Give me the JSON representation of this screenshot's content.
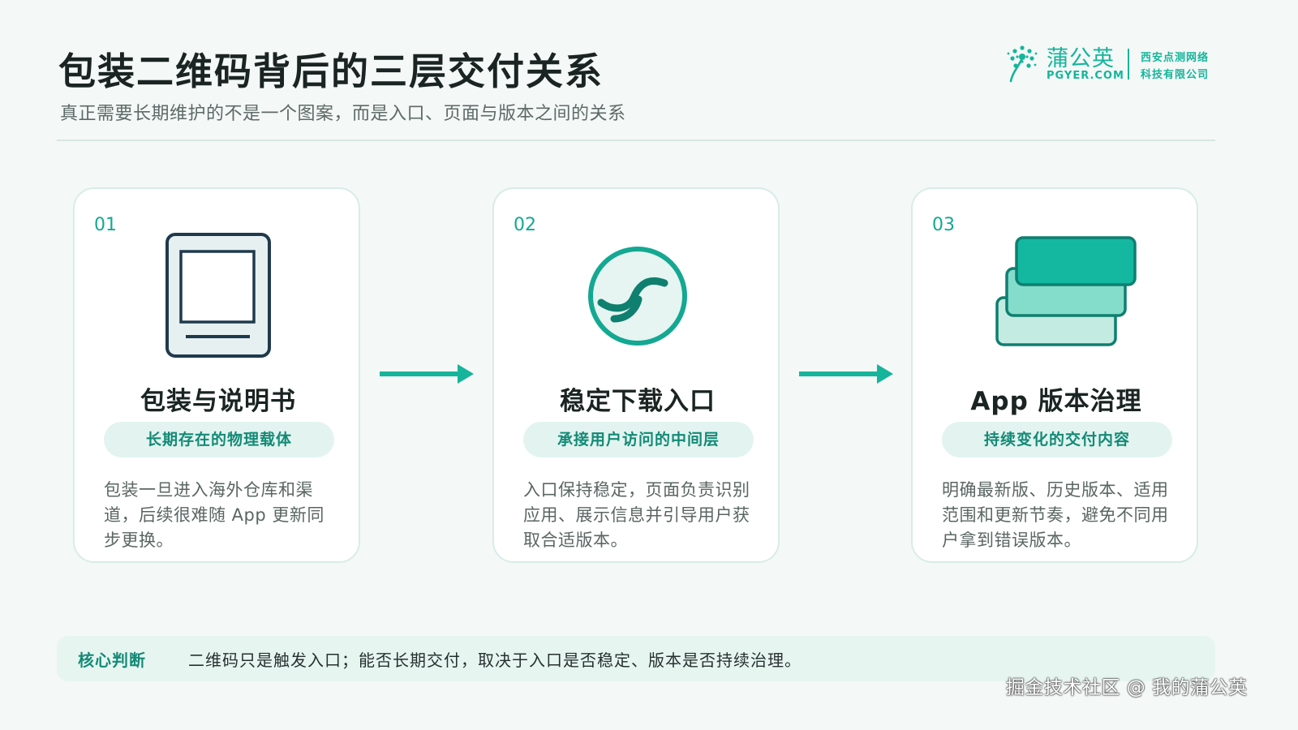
{
  "header": {
    "title": "包装二维码背后的三层交付关系",
    "subtitle": "真正需要长期维护的不是一个图案，而是入口、页面与版本之间的关系"
  },
  "logo": {
    "brand_cn": "蒲公英",
    "brand_en": "PGYER.COM",
    "company_line1": "西安点测网络",
    "company_line2": "科技有限公司"
  },
  "cards": [
    {
      "number": "01",
      "icon": "package-label-icon",
      "title": "包装与说明书",
      "tag": "长期存在的物理载体",
      "description": "包装一旦进入海外仓库和渠道，后续很难随 App 更新同步更换。"
    },
    {
      "number": "02",
      "icon": "stable-entry-icon",
      "title": "稳定下载入口",
      "tag": "承接用户访问的中间层",
      "description": "入口保持稳定，页面负责识别应用、展示信息并引导用户获取合适版本。"
    },
    {
      "number": "03",
      "icon": "version-stack-icon",
      "title": "App 版本治理",
      "tag": "持续变化的交付内容",
      "description": "明确最新版、历史版本、适用范围和更新节奏，避免不同用户拿到错误版本。"
    }
  ],
  "conclusion": {
    "label": "核心判断",
    "text": "二维码只是触发入口；能否长期交付，取决于入口是否稳定、版本是否持续治理。"
  },
  "watermark": "掘金技术社区 @ 我的蒲公英",
  "colors": {
    "accent": "#16b59b",
    "accent_dark": "#138a76",
    "icon_navy": "#1f3a4d",
    "background": "#f4f8f7"
  }
}
